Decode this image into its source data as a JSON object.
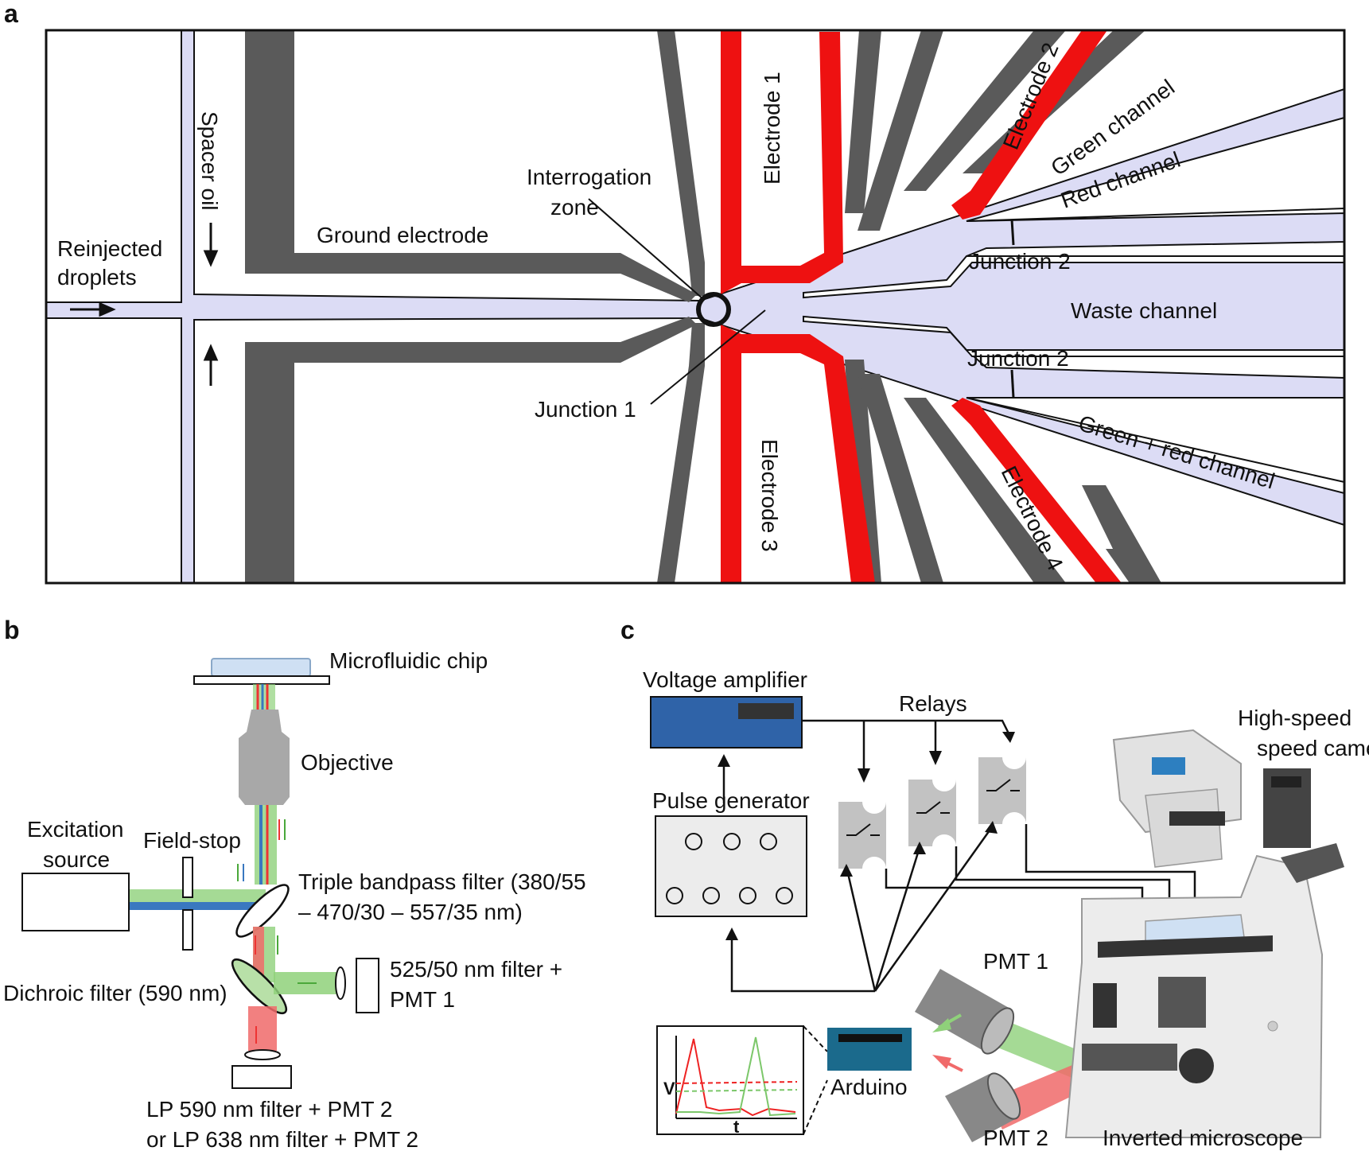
{
  "panels": {
    "a": "a",
    "b": "b",
    "c": "c"
  },
  "panel_a": {
    "reinjected_1": "Reinjected",
    "reinjected_2": "droplets",
    "spacer_oil": "Spacer oil",
    "ground_electrode": "Ground electrode",
    "interrogation_1": "Interrogation",
    "interrogation_2": "zone",
    "junction1": "Junction 1",
    "electrode1": "Electrode 1",
    "electrode2": "Electrode 2",
    "electrode3": "Electrode 3",
    "electrode4": "Electrode 4",
    "green_channel": "Green channel",
    "red_channel": "Red channel",
    "junction2_top": "Junction 2",
    "waste_channel": "Waste channel",
    "junction2_bottom": "Junction 2",
    "green_red_channel": "Green + red channel"
  },
  "panel_b": {
    "microfluidic_chip": "Microfluidic chip",
    "objective": "Objective",
    "excitation_1": "Excitation",
    "excitation_2": "source",
    "field_stop": "Field-stop",
    "triple_1": "Triple bandpass filter (380/55",
    "triple_2": "– 470/30 – 557/35 nm)",
    "dichroic": "Dichroic filter (590 nm)",
    "filter_pmt1_1": "525/50 nm filter +",
    "filter_pmt1_2": "PMT 1",
    "lp_1": "LP 590 nm filter + PMT 2",
    "lp_2": "or LP 638 nm filter + PMT 2"
  },
  "panel_c": {
    "voltage_amplifier": "Voltage amplifier",
    "relays": "Relays",
    "pulse_generator": "Pulse generator",
    "high_speed_1": "High-speed",
    "high_speed_2": "speed camera",
    "pmt1": "PMT 1",
    "pmt2": "PMT 2",
    "arduino": "Arduino",
    "inverted_microscope": "Inverted microscope",
    "axis_v": "V",
    "axis_t": "t"
  },
  "colors": {
    "channel": "#dcdcf5",
    "electrode_grey": "#5a5a5a",
    "electrode_red": "#ee1111",
    "green_beam": "#8fd17a",
    "red_beam": "#f06a6a",
    "blue_beam": "#3a78c0",
    "amplifier": "#2f63a8",
    "arduino": "#1b6a8c"
  }
}
